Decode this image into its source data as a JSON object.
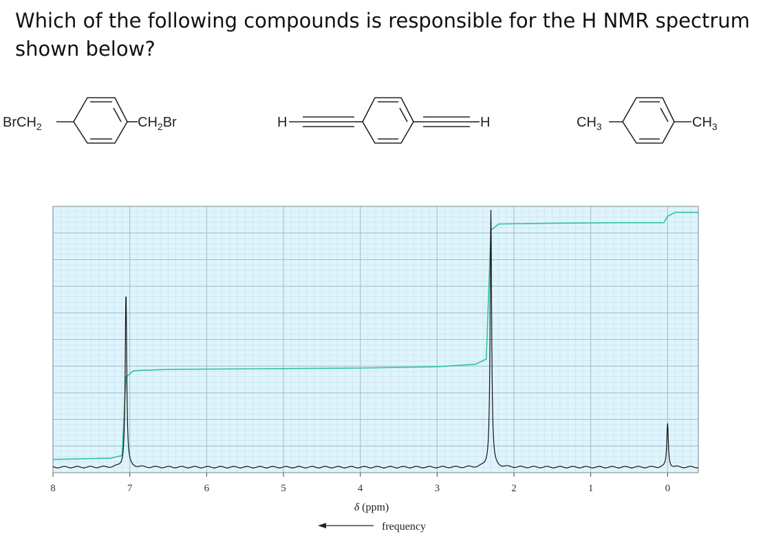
{
  "question": "Which of the following compounds is responsible for the H NMR spectrum shown below?",
  "compounds": [
    {
      "left": "BrCH",
      "left_sub": "2",
      "right": "CH",
      "right_sub": "2",
      "right_tail": "Br"
    },
    {
      "left": "H",
      "right": "H"
    },
    {
      "left": "CH",
      "left_sub": "3",
      "right": "CH",
      "right_sub": "3"
    }
  ],
  "chart_data": {
    "type": "line",
    "title": "",
    "xlabel": "δ (ppm)",
    "xlabel_italic": "δ",
    "xlabel_unit": "(ppm)",
    "direction_label": "frequency",
    "xlim": [
      8.0,
      -0.4
    ],
    "xticks": [
      8,
      7,
      6,
      5,
      4,
      3,
      2,
      1,
      0
    ],
    "grid": true,
    "background": "#dff4fc",
    "series": [
      {
        "kind": "spectrum",
        "color": "#111111",
        "peaks": [
          {
            "ppm": 7.05,
            "relative_height": 0.68
          },
          {
            "ppm": 2.3,
            "relative_height": 1.0
          },
          {
            "ppm": 0.0,
            "relative_height": 0.17
          }
        ]
      },
      {
        "kind": "integral",
        "color": "#2ec49a",
        "points": [
          [
            8.0,
            0.03
          ],
          [
            7.25,
            0.035
          ],
          [
            7.1,
            0.045
          ],
          [
            7.05,
            0.35
          ],
          [
            6.95,
            0.375
          ],
          [
            6.5,
            0.38
          ],
          [
            5.0,
            0.383
          ],
          [
            4.0,
            0.385
          ],
          [
            3.0,
            0.39
          ],
          [
            2.5,
            0.4
          ],
          [
            2.36,
            0.42
          ],
          [
            2.3,
            0.92
          ],
          [
            2.2,
            0.945
          ],
          [
            1.5,
            0.948
          ],
          [
            0.6,
            0.95
          ],
          [
            0.05,
            0.95
          ],
          [
            0.0,
            0.975
          ],
          [
            -0.1,
            0.99
          ],
          [
            -0.4,
            0.99
          ]
        ]
      }
    ]
  }
}
